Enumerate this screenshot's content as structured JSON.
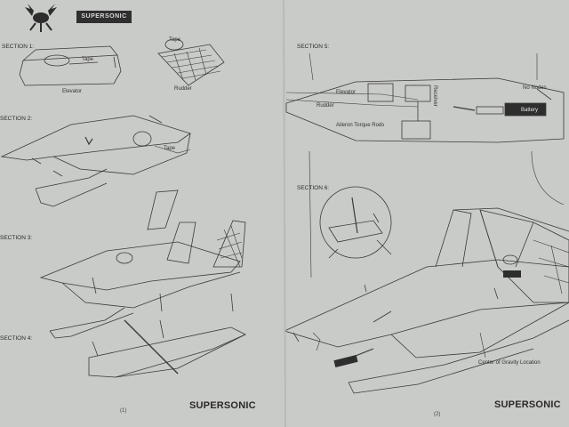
{
  "header": {
    "brand": "SUPERSONIC"
  },
  "left_page": {
    "sections": {
      "s1": "SECTION 1:",
      "s2": "SECTION 2:",
      "s3": "SECTION 3:",
      "s4": "SECTION 4:"
    },
    "labels": {
      "tape_1": "Tape",
      "elevator": "Elevator",
      "tape_2": "Tape",
      "rudder": "Rudder",
      "tape_3": "Tape"
    },
    "footer_title": "SUPERSONIC",
    "page_number": "(1)"
  },
  "right_page": {
    "sections": {
      "s5": "SECTION 5:",
      "s6": "SECTION 6:"
    },
    "labels": {
      "elevator": "Elevator",
      "rudder": "Rudder",
      "receiver": "Receiver",
      "aileron_rods": "Aileron Torque Rods",
      "no_nodes": "No Nodes",
      "battery": "Battery",
      "cg_location": "Center of Gravity Location"
    },
    "footer_title": "SUPERSONIC",
    "page_number": "(2)"
  },
  "colors": {
    "paper": "#c9cbc8",
    "ink": "#2a2a2a"
  }
}
